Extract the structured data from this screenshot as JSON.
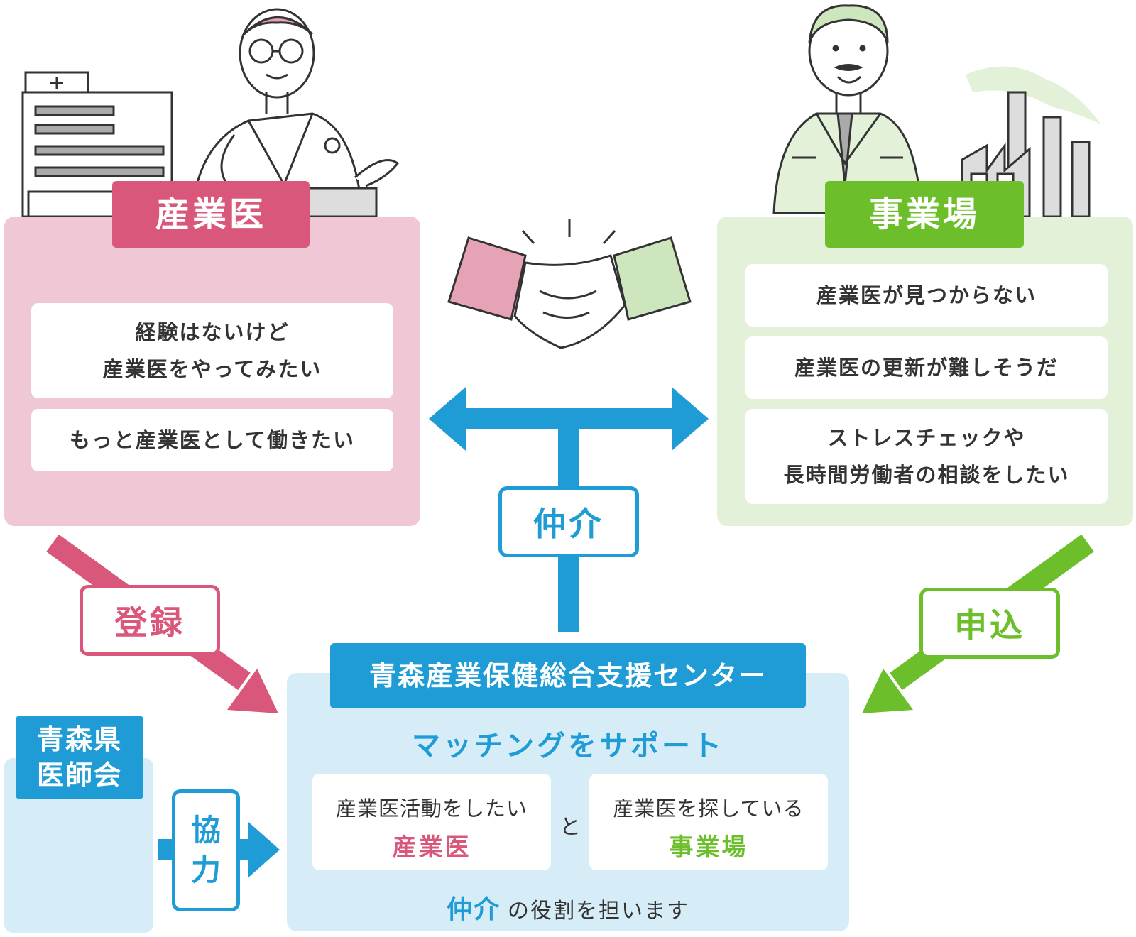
{
  "colors": {
    "doctor": "#d9577a",
    "doctor_bg": "#f0c7d4",
    "business": "#6cbf2a",
    "business_bg": "#e2f1d8",
    "center": "#1f9cd6",
    "center_bg": "#d6edf8"
  },
  "icons": [
    "hospital-icon",
    "doctor-illustration",
    "handshake-icon",
    "businessman-illustration",
    "factory-icon",
    "office-building-icon"
  ],
  "doctor": {
    "title": "産業医",
    "needs": [
      {
        "line1": "経験はないけど",
        "line2": "産業医をやってみたい"
      },
      {
        "line1": "もっと産業医として働きたい"
      }
    ]
  },
  "business": {
    "title": "事業場",
    "needs": [
      {
        "line1": "産業医が見つからない"
      },
      {
        "line1": "産業医の更新が難しそうだ"
      },
      {
        "line1": "ストレスチェックや",
        "line2": "長時間労働者の相談をしたい"
      }
    ]
  },
  "flows": {
    "register": "登録",
    "apply": "申込",
    "mediate": "仲介",
    "cooperate": [
      "協",
      "力"
    ]
  },
  "center": {
    "name": "青森産業保健総合支援センター",
    "tagline": "マッチングをサポート",
    "left_card": {
      "line1": "産業医活動をしたい",
      "line2": "産業医"
    },
    "conjunction": "と",
    "right_card": {
      "line1": "産業医を探している",
      "line2": "事業場"
    },
    "role_strong": "仲介",
    "role_rest": "の役割を担います"
  },
  "association": {
    "line1": "青森県",
    "line2": "医師会"
  }
}
